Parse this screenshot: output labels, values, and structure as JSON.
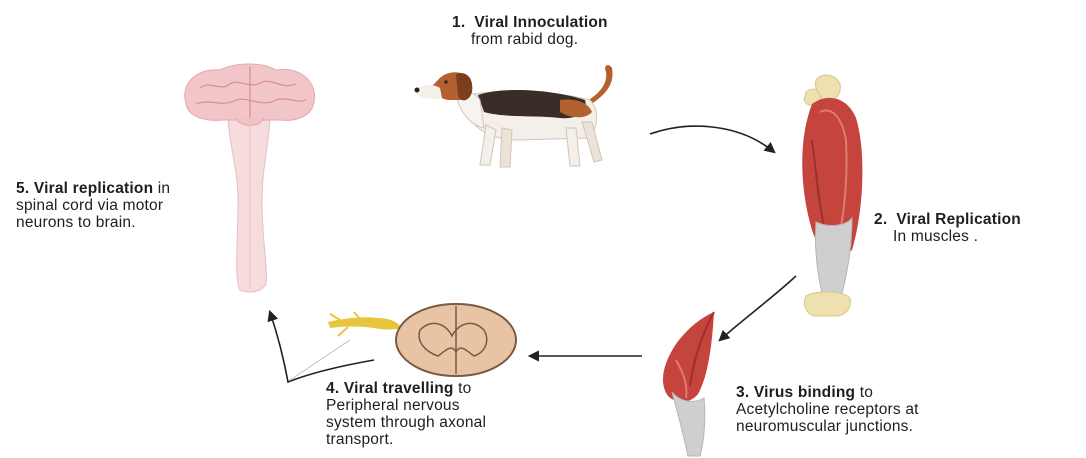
{
  "steps": [
    {
      "number": "1.",
      "bold": "Viral Innoculation",
      "rest_line1": "",
      "lines": [
        "from rabid dog."
      ]
    },
    {
      "number": "2.",
      "bold": "Viral Replication",
      "rest_line1": "",
      "lines": [
        "In muscles ."
      ]
    },
    {
      "number": "3.",
      "bold": "Virus binding",
      "rest_line1": " to",
      "lines": [
        "Acetylcholine receptors  at",
        "neuromuscular junctions."
      ]
    },
    {
      "number": "4.",
      "bold": "Viral travelling",
      "rest_line1": " to",
      "lines": [
        "Peripheral nervous",
        "system through axonal",
        "transport."
      ]
    },
    {
      "number": "5.",
      "bold": "Viral  replication",
      "rest_line1": " in",
      "lines": [
        "spinal cord via motor",
        "neurons to brain."
      ]
    }
  ],
  "illustrations": {
    "dog": "dog-icon",
    "muscle": "calf-muscle-icon",
    "nmj_muscle": "muscle-belly-icon",
    "spinal_section": "spinal-cord-cross-section-icon",
    "brain_cord": "brain-and-spinal-cord-icon"
  },
  "colors": {
    "muscle_red": "#c5443e",
    "tendon_gray": "#c9c9c9",
    "bone_cream": "#efe0b0",
    "brain_pink": "#f2c6c9",
    "cord_pink": "#f6dcdd",
    "cord_section_tan": "#e9c4a4",
    "nerve_yellow": "#e9c43f",
    "dog_brown": "#b3622f",
    "dog_dark": "#3a2d28",
    "arrow": "#222222"
  }
}
